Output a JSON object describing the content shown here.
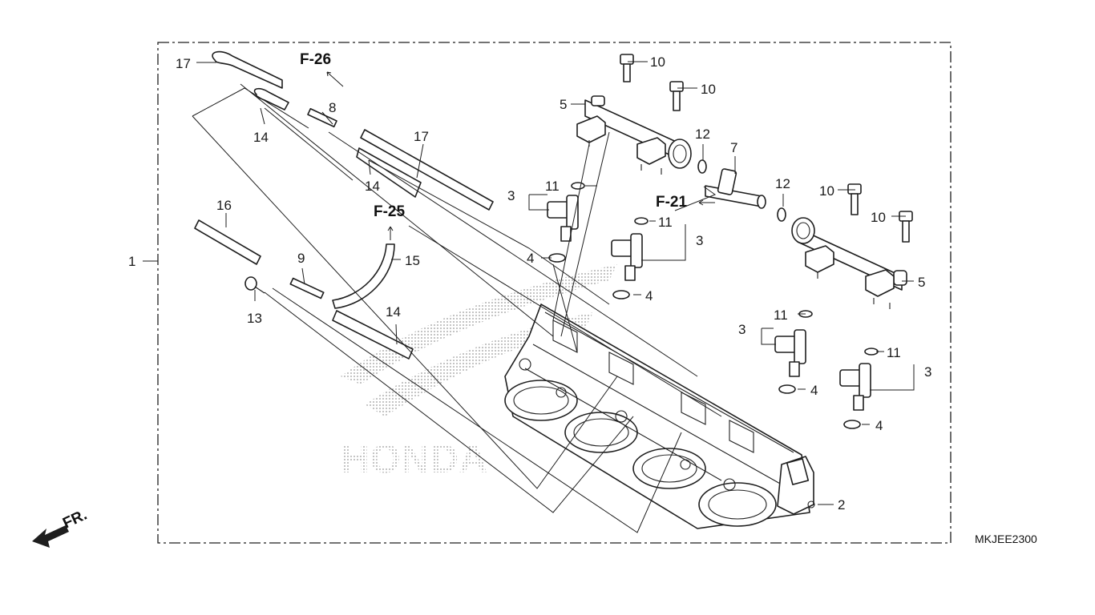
{
  "diagram_code": "MKJEE2300",
  "front_label": "FR.",
  "references": {
    "f26": "F-26",
    "f25": "F-25",
    "f21": "F-21"
  },
  "watermark": "HONDA",
  "callouts": {
    "c1": "1",
    "c2": "2",
    "c3a": "3",
    "c3b": "3",
    "c3c": "3",
    "c3d": "3",
    "c4a": "4",
    "c4b": "4",
    "c4c": "4",
    "c4d": "4",
    "c5a": "5",
    "c5b": "5",
    "c7": "7",
    "c8": "8",
    "c9": "9",
    "c10a": "10",
    "c10b": "10",
    "c10c": "10",
    "c10d": "10",
    "c11a": "11",
    "c11b": "11",
    "c11c": "11",
    "c11d": "11",
    "c12a": "12",
    "c12b": "12",
    "c13": "13",
    "c14a": "14",
    "c14b": "14",
    "c14c": "14",
    "c15": "15",
    "c16": "16",
    "c17a": "17",
    "c17b": "17"
  },
  "colors": {
    "line": "#1e1e1e",
    "watermark_dots": "#9a9a9a"
  }
}
